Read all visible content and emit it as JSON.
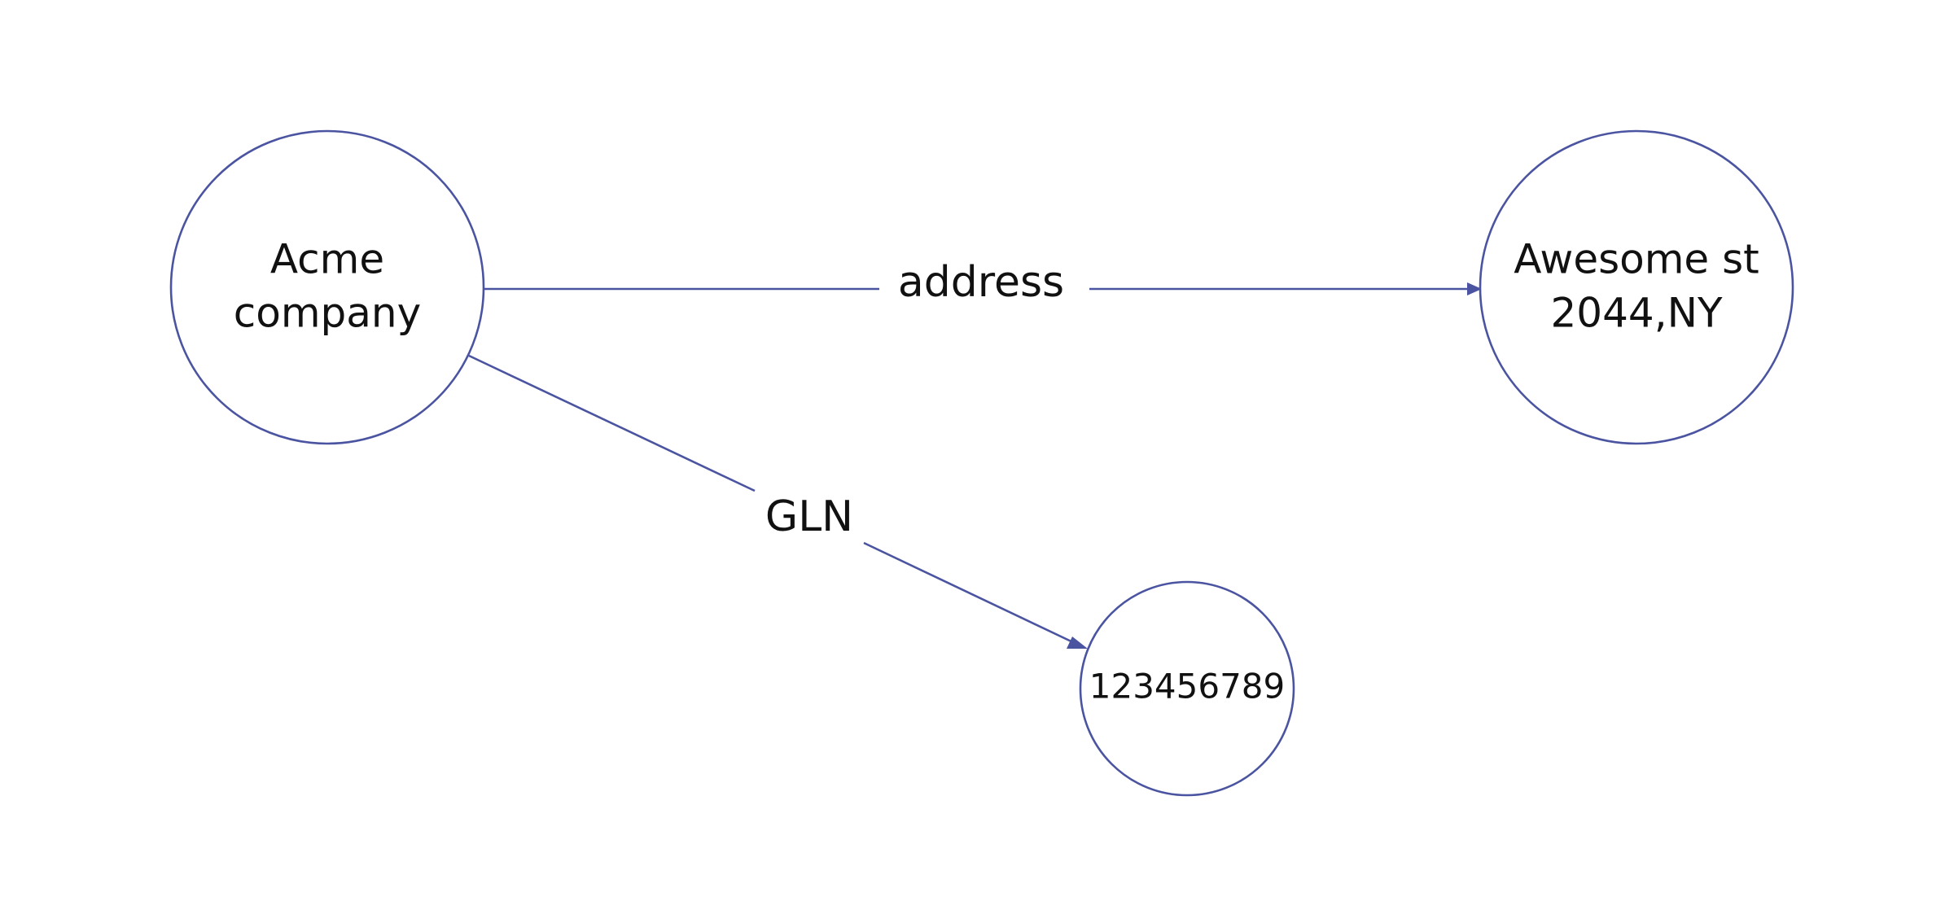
{
  "nodes": {
    "acme": {
      "line1": "Acme",
      "line2": "company"
    },
    "address_value": {
      "line1": "Awesome st",
      "line2": "2044,NY"
    },
    "gln_value": {
      "label": "123456789"
    }
  },
  "edges": {
    "address": {
      "label": "address"
    },
    "gln": {
      "label": "GLN"
    }
  },
  "colors": {
    "stroke": "#4a54a0",
    "text": "#111111",
    "background": "#ffffff"
  }
}
